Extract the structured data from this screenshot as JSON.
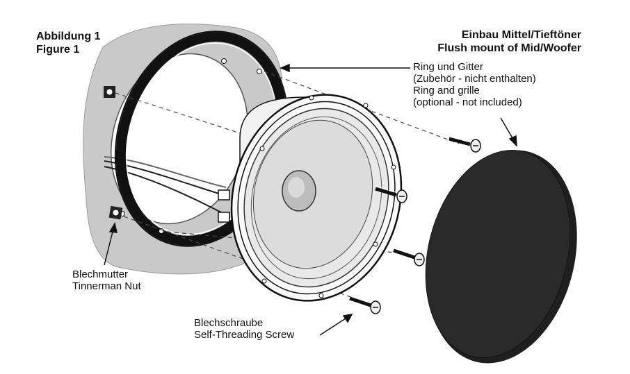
{
  "figure_label": {
    "de": "Abbildung 1",
    "en": "Figure 1"
  },
  "heading": {
    "de": "Einbau Mittel/Tieftöner",
    "en": "Flush mount of Mid/Woofer"
  },
  "ring_label": {
    "de_1": "Ring und Gitter",
    "de_2": "(Zubehör - nicht enthalten)",
    "en_1": "Ring and grille",
    "en_2": "(optional - not included)"
  },
  "nut_label": {
    "de": "Blechmutter",
    "en": "Tinnerman Nut"
  },
  "screw_label": {
    "de": "Blechschraube",
    "en": "Self-Threading Screw"
  },
  "colors": {
    "panel": "#c9c9c9",
    "ink": "#111111",
    "grille": "#2a2a2a",
    "cone": "#dcdcdc"
  }
}
